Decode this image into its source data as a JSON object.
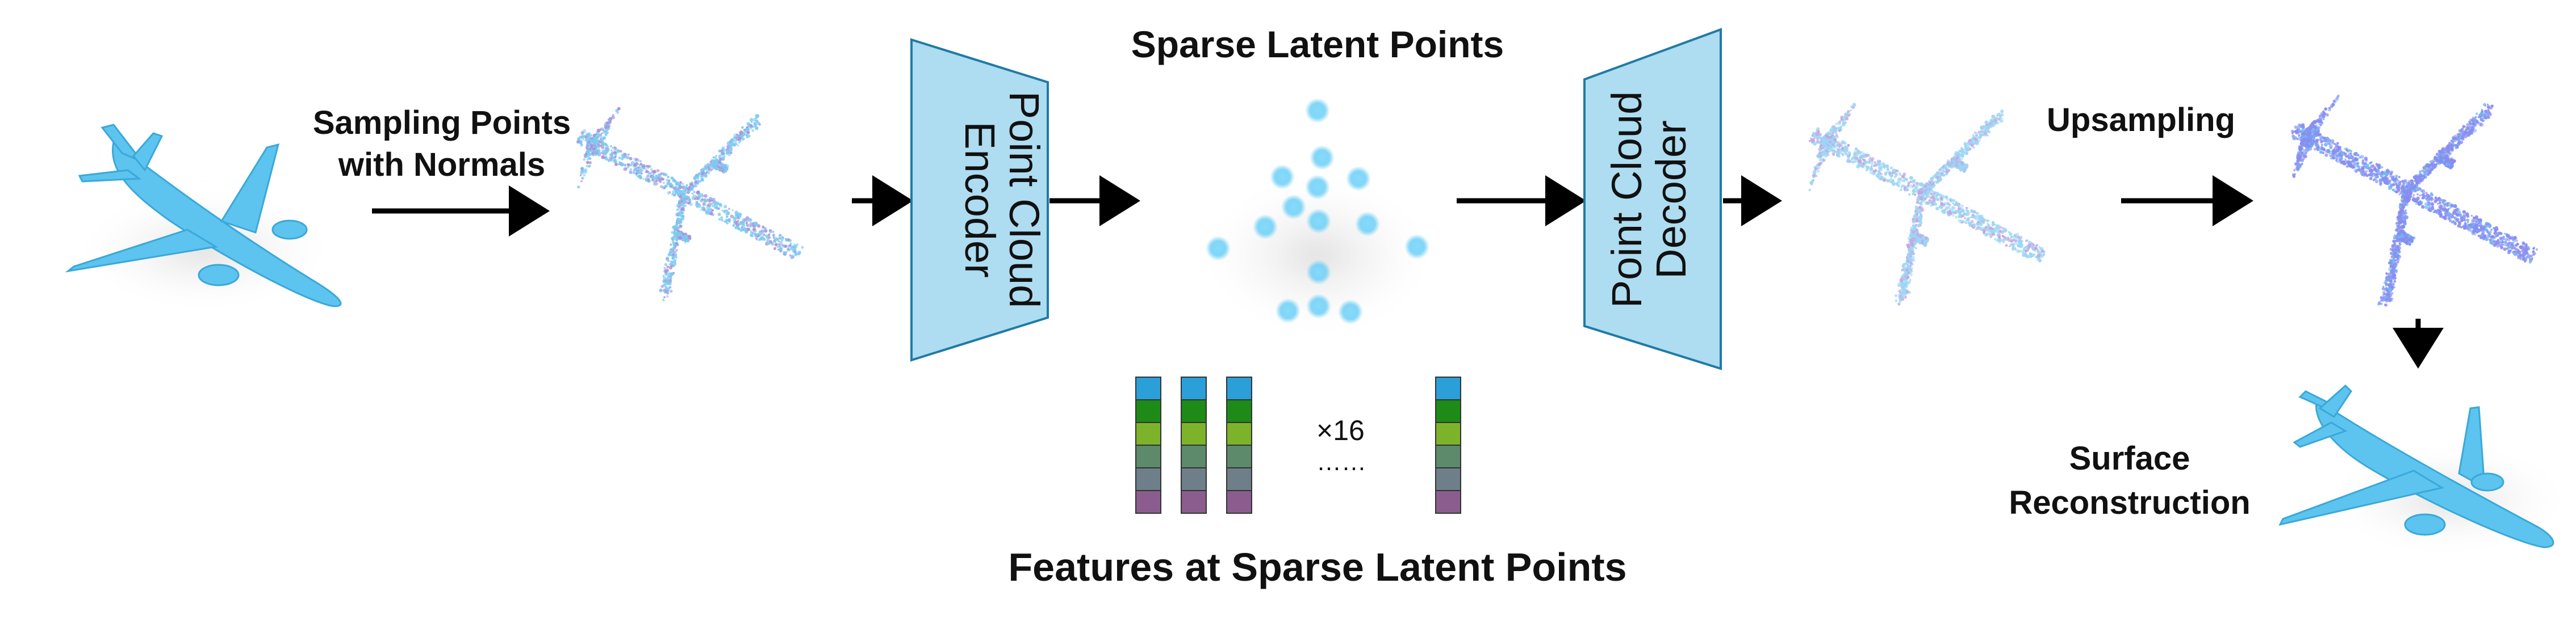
{
  "labels": {
    "sampling": [
      "Sampling Points",
      "with Normals"
    ],
    "sparse_latent_points": "Sparse Latent Points",
    "encoder": [
      "Point Cloud",
      "Encoder"
    ],
    "decoder": [
      "Point Cloud",
      "Decoder"
    ],
    "upsampling": "Upsampling",
    "surface": [
      "Surface",
      "Reconstruction"
    ],
    "features": "Features at Sparse Latent Points",
    "multiplier": "×16",
    "ellipsis": "……"
  },
  "colors": {
    "plane": "#5cc4ef",
    "points_light": "#8fd3f5",
    "points_purple": "#8a8cf0",
    "trapezoid_fill": "#aedcf0",
    "trapezoid_stroke": "#1f7ba6",
    "arrow": "#000000",
    "latent_point": "#6ccff6",
    "feature_cells": [
      "#2a9fd8",
      "#1e8a17",
      "#7db32a",
      "#5d8a6a",
      "#6f7f8a",
      "#8a5d8e"
    ]
  },
  "feature_columns": 4
}
